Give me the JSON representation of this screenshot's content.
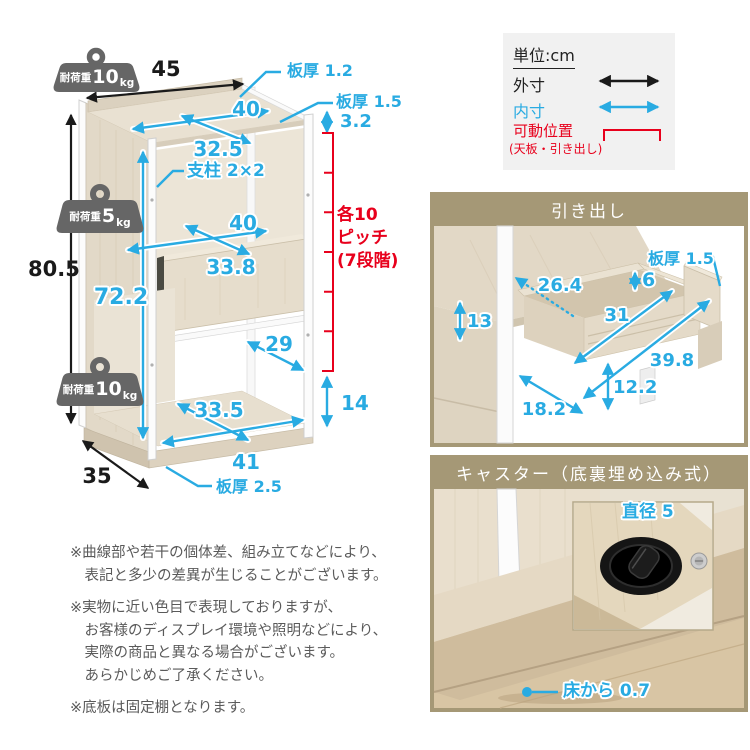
{
  "legend": {
    "unit_label": "単位:cm",
    "outer_label": "外寸",
    "inner_label": "内寸",
    "movable_label": "可動位置",
    "movable_sub": "(天板・引き出し)"
  },
  "badges": [
    {
      "prefix": "耐荷重",
      "value": "10",
      "unit": "kg"
    },
    {
      "prefix": "耐荷重",
      "value": "5",
      "unit": "kg"
    },
    {
      "prefix": "耐荷重",
      "value": "10",
      "unit": "kg"
    }
  ],
  "main": {
    "outer_width": "45",
    "outer_depth": "35",
    "outer_height": "80.5",
    "inner_height": "72.2",
    "top_board_thickness": "板厚 1.2",
    "shelf_board_thickness": "板厚 1.5",
    "bottom_board_thickness": "板厚 2.5",
    "back_rail_height": "3.2",
    "top_inner_width": "40",
    "top_inner_depth": "32.5",
    "post_label": "支柱 2×2",
    "mid_inner_width": "40",
    "drawer_front_width": "33.8",
    "bottom_inner_depth": "29",
    "bottom_shelf_depth": "33.5",
    "bottom_shelf_width": "41",
    "bottom_gap": "14",
    "pitch_line1": "各10",
    "pitch_line2": "ピッチ",
    "pitch_line3": "(7段階)"
  },
  "drawer": {
    "title": "引き出し",
    "board_thickness": "板厚 1.5",
    "rim_height": "6",
    "inner_depth": "26.4",
    "inner_width": "31",
    "clearance_height": "13",
    "outer_width": "39.8",
    "front_height": "12.2",
    "outer_depth": "18.2"
  },
  "caster": {
    "title": "キャスター（底裏埋め込み式）",
    "diameter": "直径 5",
    "floor_gap": "床から 0.7"
  },
  "notes": [
    [
      "※曲線部や若干の個体差、組み立てなどにより、",
      "表記と多少の差異が生じることがございます。"
    ],
    [
      "※実物に近い色目で表現しておりますが、",
      "お客様のディスプレイ環境や照明などにより、",
      "実際の商品と異なる場合がございます。",
      "あらかじめご了承ください。"
    ],
    [
      "※底板は固定棚となります。"
    ]
  ]
}
